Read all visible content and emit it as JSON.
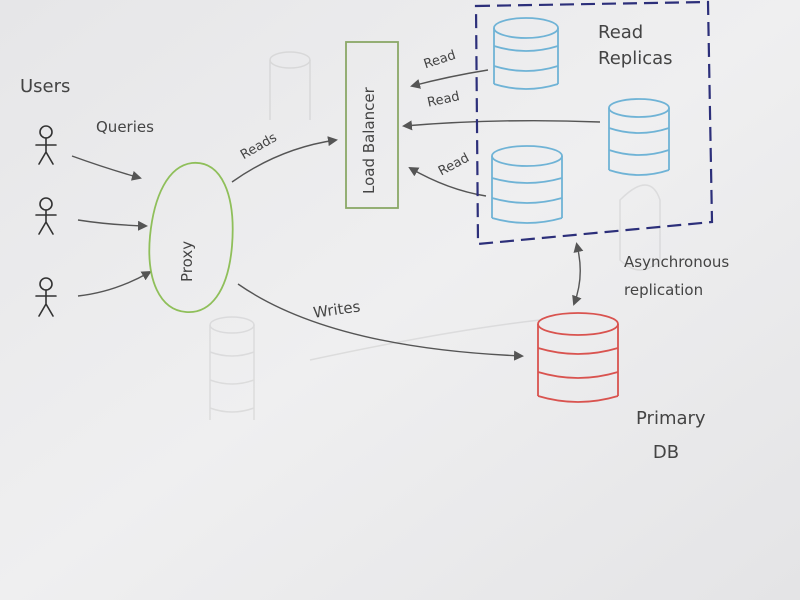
{
  "diagram": {
    "users_label": "Users",
    "queries_label": "Queries",
    "proxy_label": "Proxy",
    "reads_label": "Reads",
    "writes_label": "Writes",
    "load_balancer_label": "Load Balancer",
    "read_label": "Read",
    "read_replicas_label": "Read Replicas",
    "async_replication_label": "Asynchronous replication",
    "primary_db_label": "Primary DB"
  },
  "colors": {
    "paper": "#ecebed",
    "pencil": "#4a4a4a",
    "proxy_green": "#8fbf5a",
    "lb_green": "#8aa867",
    "replica_blue": "#6fb3d6",
    "primary_red": "#d9534f",
    "dashed_navy": "#2c2f7a"
  }
}
